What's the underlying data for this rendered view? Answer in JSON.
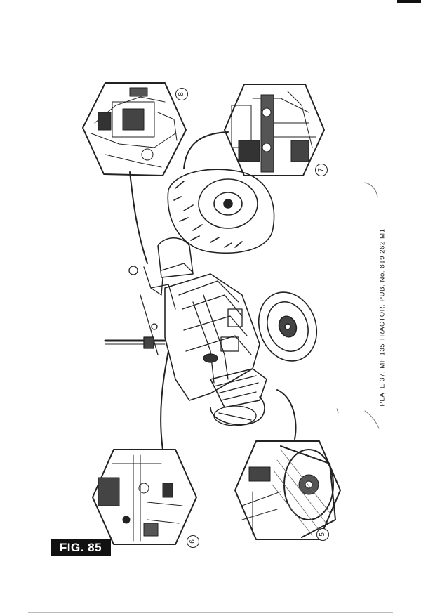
{
  "caption": "PLATE 37.  MF 135 TRACTOR.  PUB. No. 819 262 M1",
  "figure_label": "FIG. 85",
  "views": [
    {
      "number": "8"
    },
    {
      "number": "7"
    },
    {
      "number": "6"
    },
    {
      "number": "5"
    }
  ]
}
